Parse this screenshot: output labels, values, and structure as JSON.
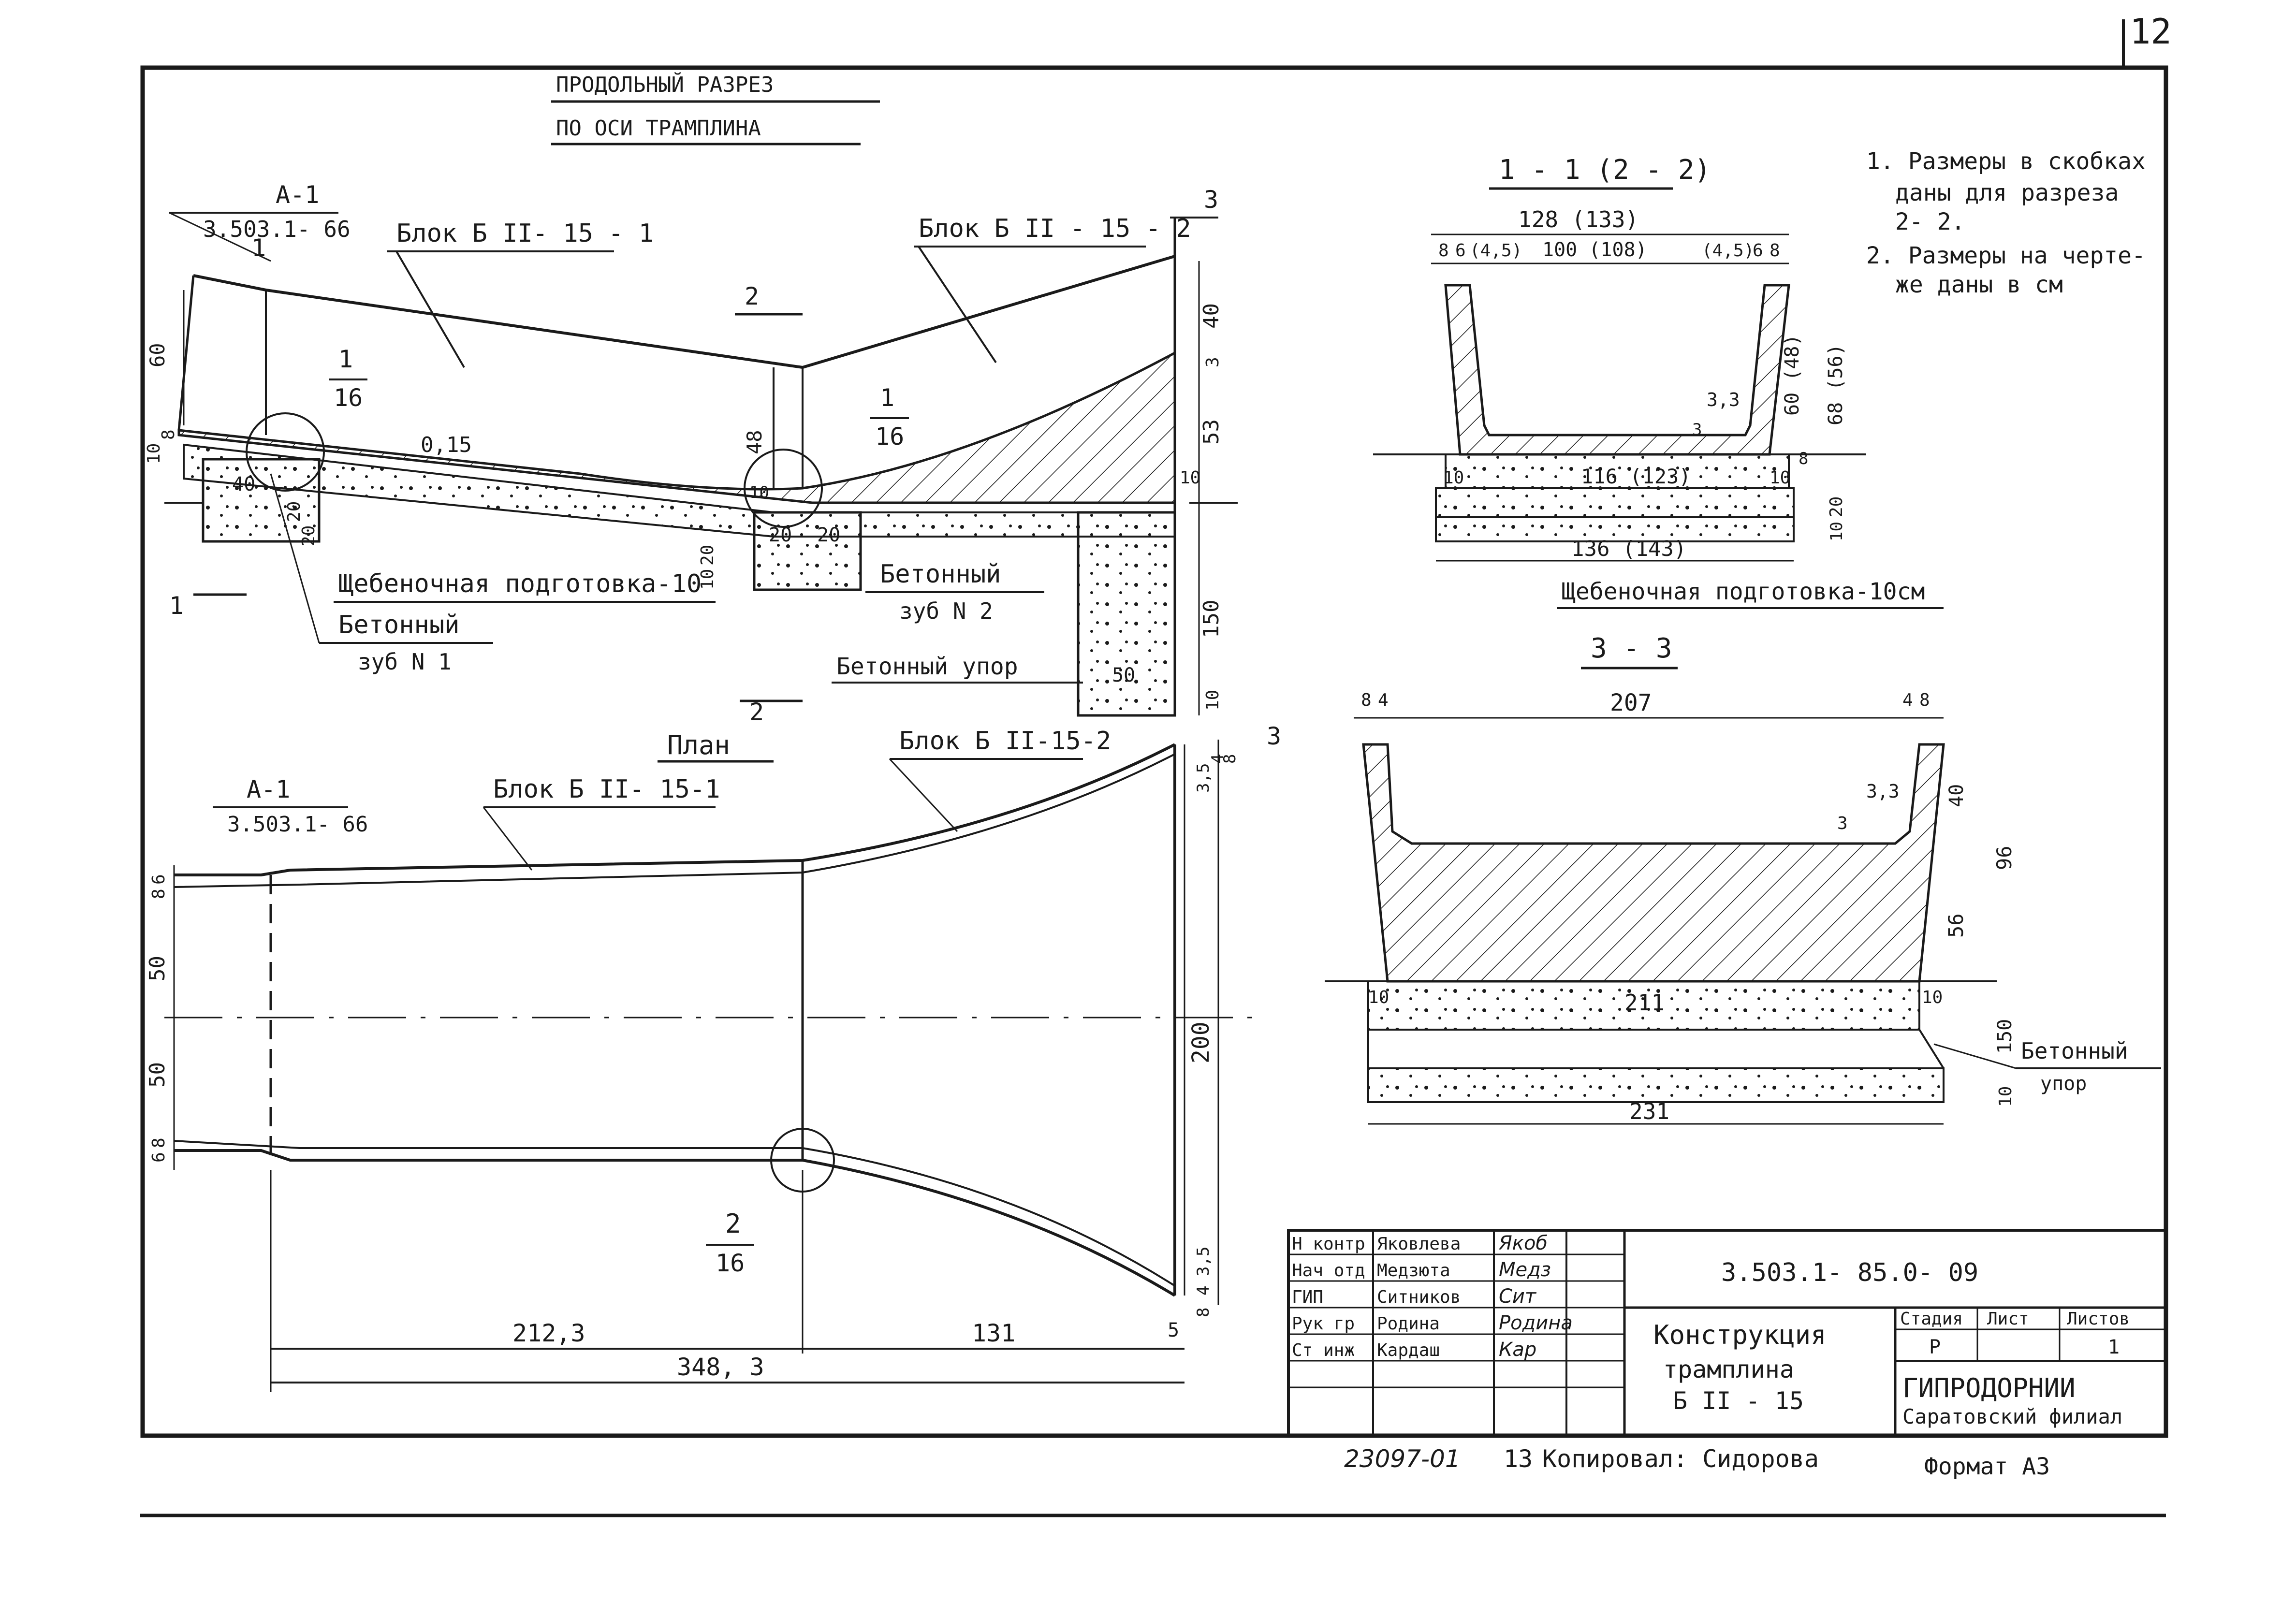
{
  "page_number": "12",
  "longitudinal": {
    "title_1": "ПРОДОЛЬНЫЙ РАЗРЕЗ",
    "title_2": "ПО ОСИ ТРАМПЛИНА",
    "ref_label": "А-1",
    "ref_code": "3.503.1- 66",
    "block1": "Блок Б II- 15 - 1",
    "block2": "Блок Б II - 15 - 2",
    "slope": "0,15",
    "dims": [
      "60",
      "10",
      "8",
      "40",
      "20",
      "20",
      "10",
      "48",
      "20",
      "20",
      "20",
      "10",
      "40",
      "3",
      "53",
      "10",
      "150",
      "50",
      "10"
    ],
    "section_marks": [
      "1",
      "1",
      "2",
      "2",
      "3",
      "3"
    ],
    "node1_top": "1",
    "node1_bottom": "16",
    "node2_top": "1",
    "node2_bottom": "16",
    "label_gravel": "Щебеночная подготовка-10",
    "label_tooth1_a": "Бетонный",
    "label_tooth1_b": "зуб N 1",
    "label_tooth2_a": "Бетонный",
    "label_tooth2_b": "зуб N 2",
    "label_stop": "Бетонный упор"
  },
  "plan": {
    "title": "План",
    "ref_label": "А-1",
    "ref_code": "3.503.1- 66",
    "block1": "Блок Б II- 15-1",
    "block2": "Блок Б II-15-2",
    "dims_left": [
      "6",
      "8",
      "50",
      "50",
      "8",
      "6"
    ],
    "dims_right_top": [
      "3,5",
      "4",
      "8"
    ],
    "dim_200": "200",
    "dims_right_bottom": [
      "3,5",
      "4",
      "8"
    ],
    "node_top": "2",
    "node_bottom": "16",
    "dim_2123": "212,3",
    "dim_131": "131",
    "dim_5": "5",
    "dim_3483": "348, 3",
    "section_mark": "3"
  },
  "section_11": {
    "title": "1 - 1 (2 - 2)",
    "width_top": "128 (133)",
    "dims_top": [
      "8",
      "6",
      "(4,5)",
      "100 (108)",
      "(4,5)",
      "6",
      "8"
    ],
    "dim_33": "3,3",
    "dim_3": "3",
    "dim_60": "60 (48)",
    "dim_68": "68 (56)",
    "dim_8": "8",
    "dim_10a": "10",
    "inner_base": "116 (123)",
    "dim_10b": "10",
    "dim_20": "20",
    "dim_10c": "10",
    "width_bottom": "136 (143)",
    "label_gravel": "Щебеночная подготовка-10см"
  },
  "section_33": {
    "title": "3 - 3",
    "dims_top_left": [
      "8",
      "4"
    ],
    "width_top": "207",
    "dims_top_right": [
      "4",
      "8"
    ],
    "dim_33": "3,3",
    "dim_3": "3",
    "dim_40": "40",
    "dim_96": "96",
    "dim_56": "56",
    "dim_10l": "10",
    "base": "211",
    "dim_10r": "10",
    "dim_150": "150",
    "dim_10": "10",
    "width_bottom": "231",
    "label_stop_a": "Бетонный",
    "label_stop_b": "упор"
  },
  "notes": {
    "n1a": "1. Размеры в скобках",
    "n1b": "даны для разреза",
    "n1c": "2- 2.",
    "n2a": "2. Размеры на черте-",
    "n2b": "же даны в см"
  },
  "title_block": {
    "rows": [
      {
        "role": "Н контр",
        "name": "Яковлева",
        "sign": "Якоб"
      },
      {
        "role": "Нач отд",
        "name": "Медзюта",
        "sign": "Медз"
      },
      {
        "role": "ГИП",
        "name": "Ситников",
        "sign": "Сит"
      },
      {
        "role": "Рук гр",
        "name": "Родина",
        "sign": "Родина"
      },
      {
        "role": "Ст инж",
        "name": "Кардаш",
        "sign": "Кар"
      }
    ],
    "code": "3.503.1- 85.0- 09",
    "name_1": "Конструкция",
    "name_2": "трамплина",
    "name_3": "Б II - 15",
    "stage_h": "Стадия",
    "sheet_h": "Лист",
    "sheets_h": "Листов",
    "stage": "Р",
    "sheets": "1",
    "org_1": "ГИПРОДОРНИИ",
    "org_2": "Саратовский филиал"
  },
  "footer": {
    "number": "23097-01",
    "sheet": "13",
    "copied": "Копировал: Сидорова",
    "format": "Формат А3"
  }
}
